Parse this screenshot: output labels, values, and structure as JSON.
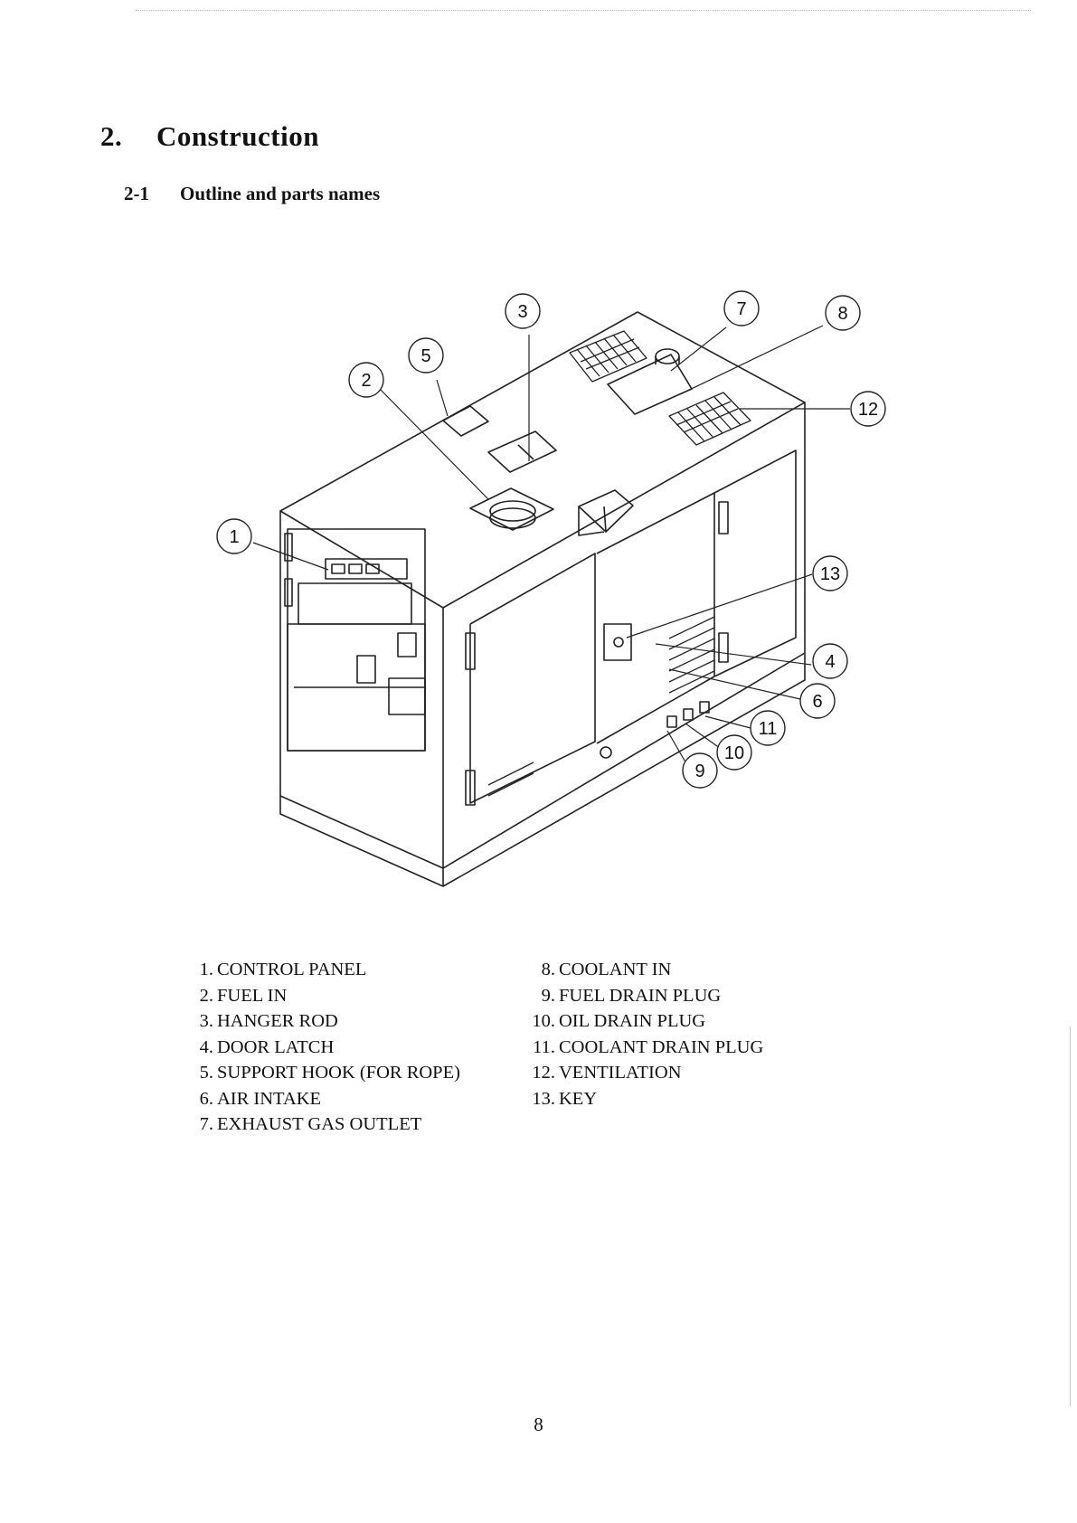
{
  "heading": {
    "number": "2.",
    "title": "Construction"
  },
  "subheading": {
    "number": "2-1",
    "title": "Outline and parts names"
  },
  "callouts": [
    "1",
    "2",
    "3",
    "4",
    "5",
    "6",
    "7",
    "8",
    "9",
    "10",
    "11",
    "12",
    "13"
  ],
  "parts_left": [
    {
      "num": "1.",
      "name": "CONTROL PANEL"
    },
    {
      "num": "2.",
      "name": "FUEL IN"
    },
    {
      "num": "3.",
      "name": "HANGER ROD"
    },
    {
      "num": "4.",
      "name": "DOOR LATCH"
    },
    {
      "num": "5.",
      "name": "SUPPORT HOOK (FOR ROPE)"
    },
    {
      "num": "6.",
      "name": "AIR INTAKE"
    },
    {
      "num": "7.",
      "name": "EXHAUST GAS OUTLET"
    }
  ],
  "parts_right": [
    {
      "num": "8.",
      "name": "COOLANT IN"
    },
    {
      "num": "9.",
      "name": "FUEL DRAIN PLUG"
    },
    {
      "num": "10.",
      "name": "OIL DRAIN PLUG"
    },
    {
      "num": "11.",
      "name": "COOLANT DRAIN PLUG"
    },
    {
      "num": "12.",
      "name": "VENTILATION"
    },
    {
      "num": "13.",
      "name": "KEY"
    }
  ],
  "page_number": "8"
}
